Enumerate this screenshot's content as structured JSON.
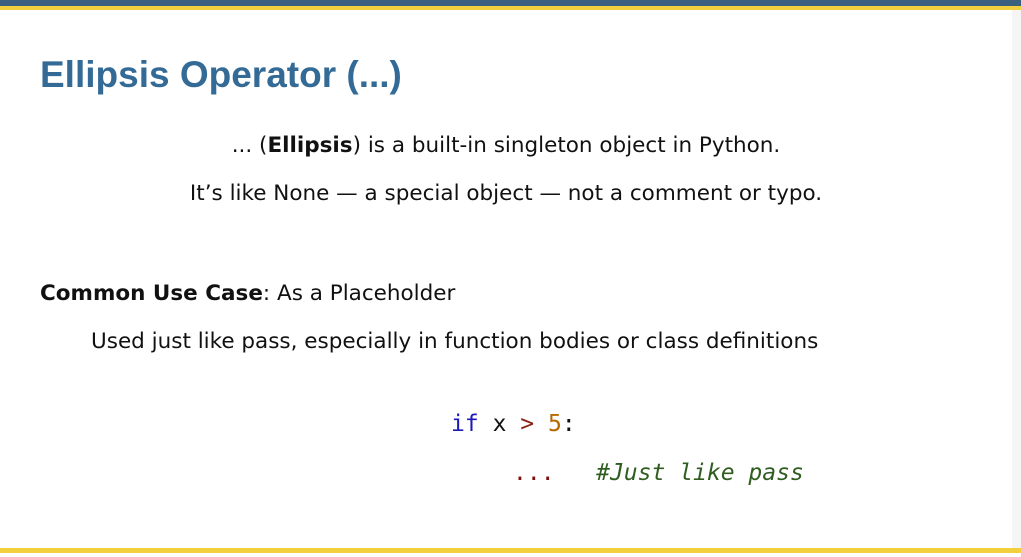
{
  "slide": {
    "title": "Ellipsis Operator (...)",
    "intro_line1": {
      "prefix": "... (",
      "bold": "Ellipsis",
      "suffix": ") is a built-in singleton object in Python."
    },
    "intro_line2": "It’s like None — a special object — not a comment or typo.",
    "use_case": {
      "label": "Common Use Case",
      "text": ": As a Placeholder"
    },
    "use_case_detail": "Used just like pass, especially in function bodies or class definitions",
    "code": {
      "line1": {
        "keyword": "if",
        "var": "x",
        "op": ">",
        "num": "5",
        "colon": ":"
      },
      "line2": {
        "ellipsis": "...",
        "comment": "#Just like pass"
      }
    }
  },
  "colors": {
    "title": "#336b96",
    "top_bar_blue": "#3a5f7f",
    "accent_yellow": "#f2cf3c",
    "code_keyword": "#1d1ab8",
    "code_operator": "#8a2012",
    "code_number": "#b56a00",
    "code_ellipsis": "#7e1010",
    "code_comment": "#2f5d1f"
  }
}
